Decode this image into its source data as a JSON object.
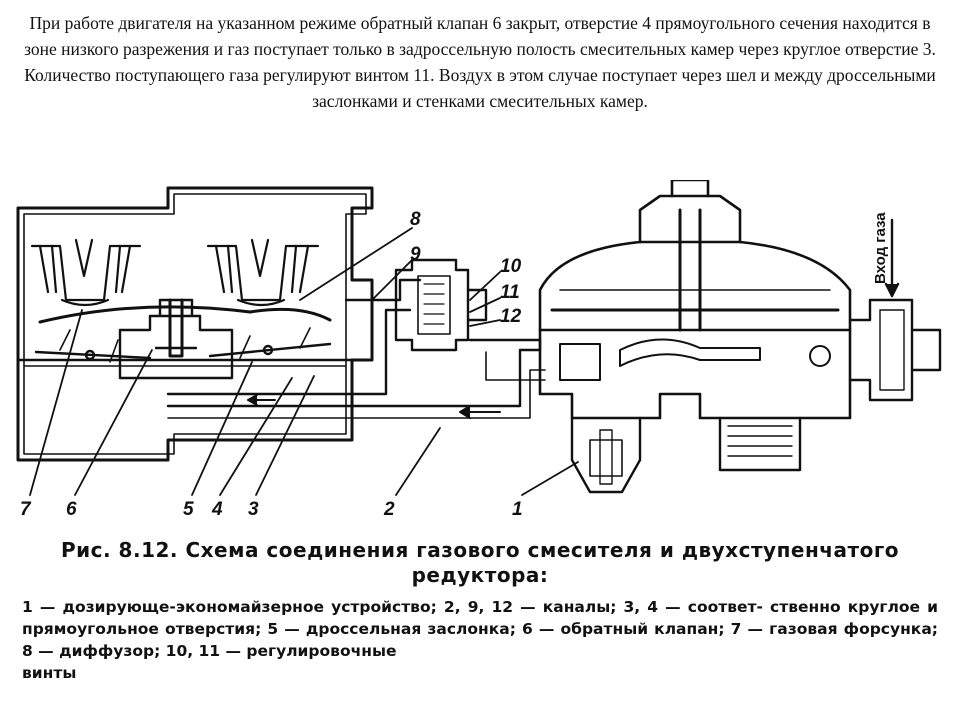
{
  "intro": {
    "text": "При работе двигателя на указанном режиме обратный клапан 6 закрыт, отверстие 4 прямоугольного сечения находится в зоне низкого разрежения и газ поступает только в задроссельную полость смесительных камер через круглое отверстие 3. Количество поступающего газа регулируют винтом 11. Воздух в этом случае поступает через шел и между дроссельными заслонками и стенками смесительных камер."
  },
  "diagram": {
    "labels": [
      "1",
      "2",
      "3",
      "4",
      "5",
      "6",
      "7",
      "8",
      "9",
      "10",
      "11",
      "12"
    ],
    "gas_inlet_label": "Вход газа",
    "arrow_icon": "flow-arrow-icon"
  },
  "caption": {
    "title": "Рис. 8.12. Схема соединения газового смесителя и двухступенчатого редуктора:",
    "legend": "1 — дозирующе-экономайзерное устройство; 2, 9, 12 — каналы; 3, 4 — соответ- ственно круглое и прямоугольное отверстия; 5 — дроссельная заслонка; 6 — обратный клапан; 7 — газовая форсунка; 8 — диффузор; 10, 11 — регулировочные",
    "legend_last": "винты"
  }
}
